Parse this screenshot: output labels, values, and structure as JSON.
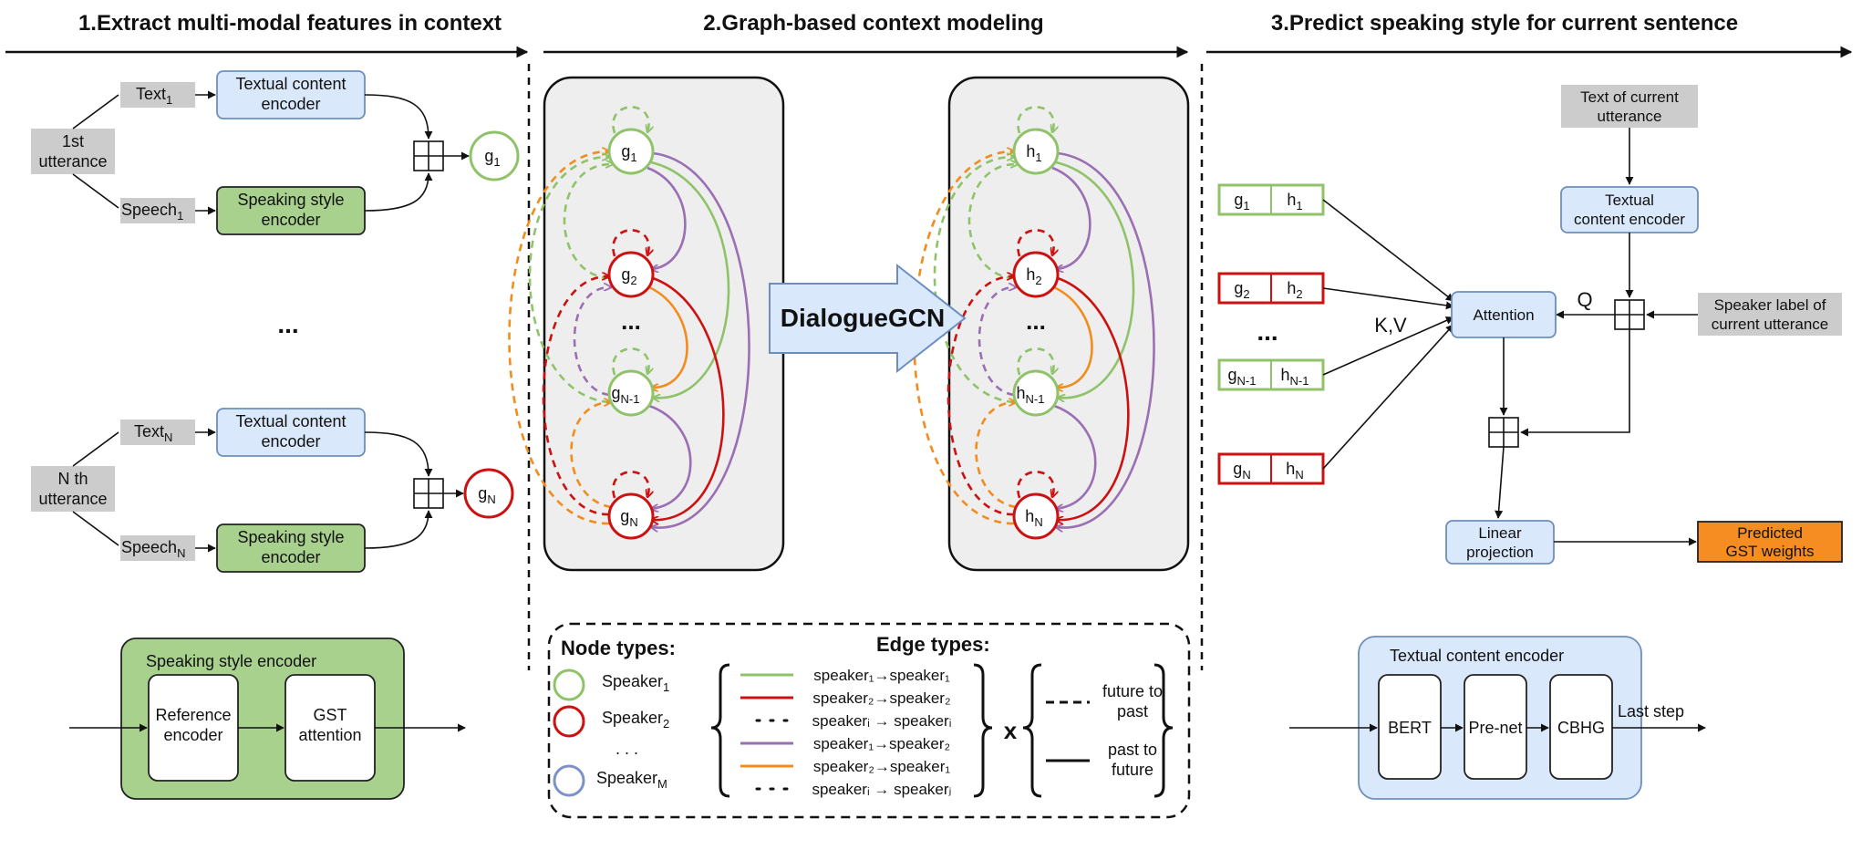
{
  "section_titles": {
    "s1": "1.Extract multi-modal features in context",
    "s2": "2.Graph-based context modeling",
    "s3": "3.Predict speaking style for current sentence"
  },
  "panel1": {
    "utter_first": [
      "1st",
      "utterance"
    ],
    "utter_last": [
      "N th",
      "utterance"
    ],
    "text_base": "Text",
    "speech_base": "Speech",
    "sub_1": "1",
    "sub_N": "N",
    "text_encoder": [
      "Textual content",
      "encoder"
    ],
    "style_encoder": [
      "Speaking style",
      "encoder"
    ],
    "ellipsis": "...",
    "node_base": "g",
    "sse_title": "Speaking style encoder",
    "ref_encoder": [
      "Reference",
      "encoder"
    ],
    "gst_attention": [
      "GST",
      "attention"
    ]
  },
  "panel2": {
    "arrow_label": "DialogueGCN",
    "left_base": "g",
    "right_base": "h",
    "subs": [
      "1",
      "2",
      "N-1",
      "N"
    ],
    "ellipsis": "...",
    "legend": {
      "node_types_title": "Node types:",
      "edge_types_title": "Edge types:",
      "speaker_base": "Speaker",
      "speaker_subs": [
        "1",
        "2",
        "M"
      ],
      "dots": ". . .",
      "edges": [
        {
          "text": "speaker₁→speaker₁",
          "color": "#8fc36a",
          "style": "solid"
        },
        {
          "text": "speaker₂→speaker₂",
          "color": "#cc1111",
          "style": "solid"
        },
        {
          "text": "speakerᵢ → speakerᵢ",
          "color": "#111111",
          "style": "dots"
        },
        {
          "text": "speaker₁→speaker₂",
          "color": "#9b6fb3",
          "style": "solid"
        },
        {
          "text": "speaker₂→speaker₁",
          "color": "#f28c1c",
          "style": "solid"
        },
        {
          "text": "speakerᵢ → speakerⱼ",
          "color": "#111111",
          "style": "dots"
        }
      ],
      "times_sign": "x",
      "dir_future_past": [
        "future to",
        "past"
      ],
      "dir_past_future": [
        "past to",
        "future"
      ]
    }
  },
  "panel3": {
    "pairs_g": [
      "g",
      "g",
      "g",
      "g"
    ],
    "pairs_h": [
      "h",
      "h",
      "h",
      "h"
    ],
    "pair_subs": [
      "1",
      "2",
      "N-1",
      "N"
    ],
    "ellipsis": "...",
    "text_current": [
      "Text of current",
      "utterance"
    ],
    "text_encoder": [
      "Textual",
      "content encoder"
    ],
    "speaker_label": [
      "Speaker label of",
      "current utterance"
    ],
    "attention": "Attention",
    "q_label": "Q",
    "kv_label": "K,V",
    "linear": [
      "Linear",
      "projection"
    ],
    "predicted": [
      "Predicted",
      "GST weights"
    ],
    "tce_title": "Textual content encoder",
    "bert": "BERT",
    "prenet": "Pre-net",
    "cbhg": "CBHG",
    "last_step": "Last step"
  },
  "colors": {
    "speaker1": "#8fc36a",
    "speaker2": "#cc1111",
    "speakerM": "#7b93c9",
    "purple": "#9b6fb3",
    "orange": "#f28c1c",
    "text_encoder_fill": "#dae8fc",
    "text_encoder_stroke": "#6c8ebf",
    "style_encoder_fill": "#a9d18e",
    "grey_box": "#cccccc",
    "graph_panel": "#eeeeee",
    "predicted_fill": "#f58d22"
  }
}
